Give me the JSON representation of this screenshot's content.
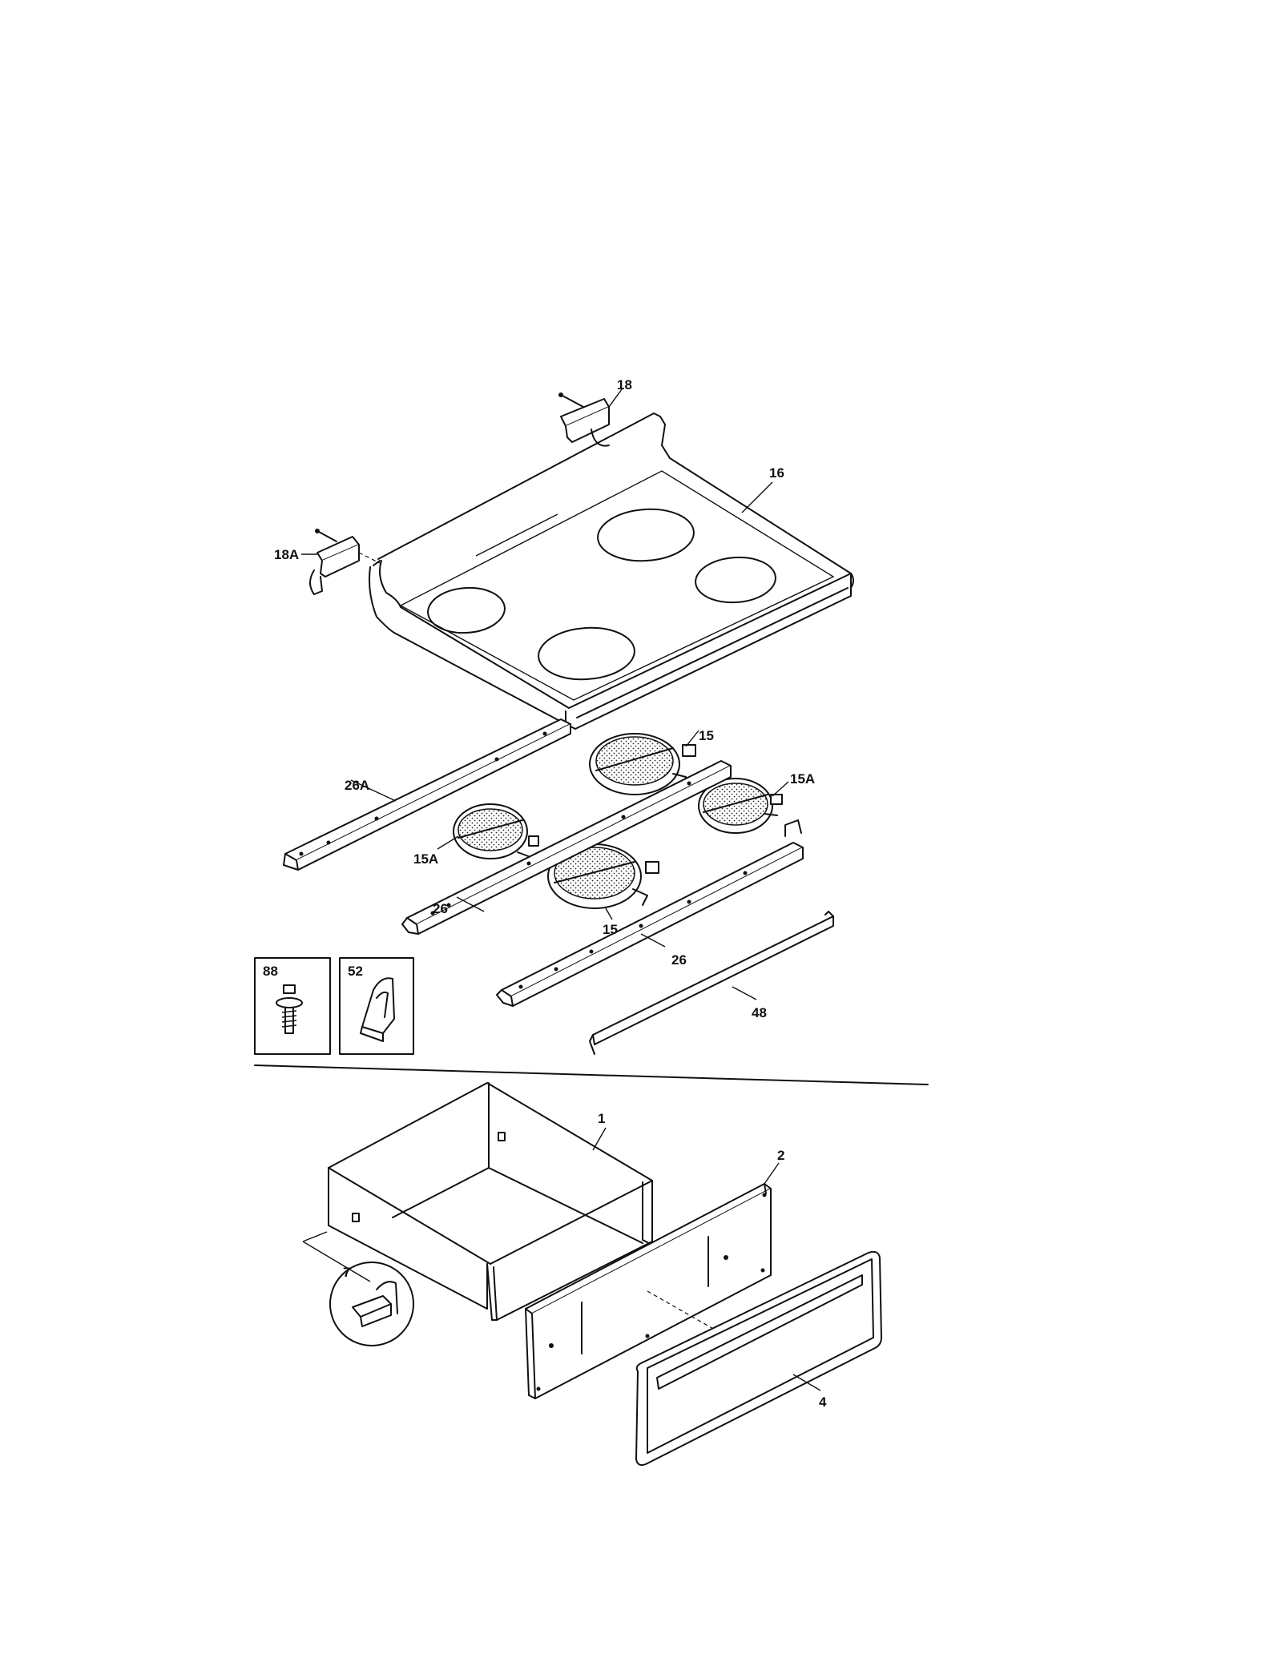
{
  "callouts": {
    "c18": "18",
    "c18A": "18A",
    "c16": "16",
    "c15_top": "15",
    "c15A_right": "15A",
    "c26A": "26A",
    "c15A_left": "15A",
    "c26_left": "26",
    "c15_bottom": "15",
    "c26_right": "26",
    "c48": "48",
    "c88": "88",
    "c52": "52",
    "c1": "1",
    "c2": "2",
    "c7": "7",
    "c4": "4"
  },
  "colors": {
    "line": "#111111",
    "background": "#ffffff"
  }
}
